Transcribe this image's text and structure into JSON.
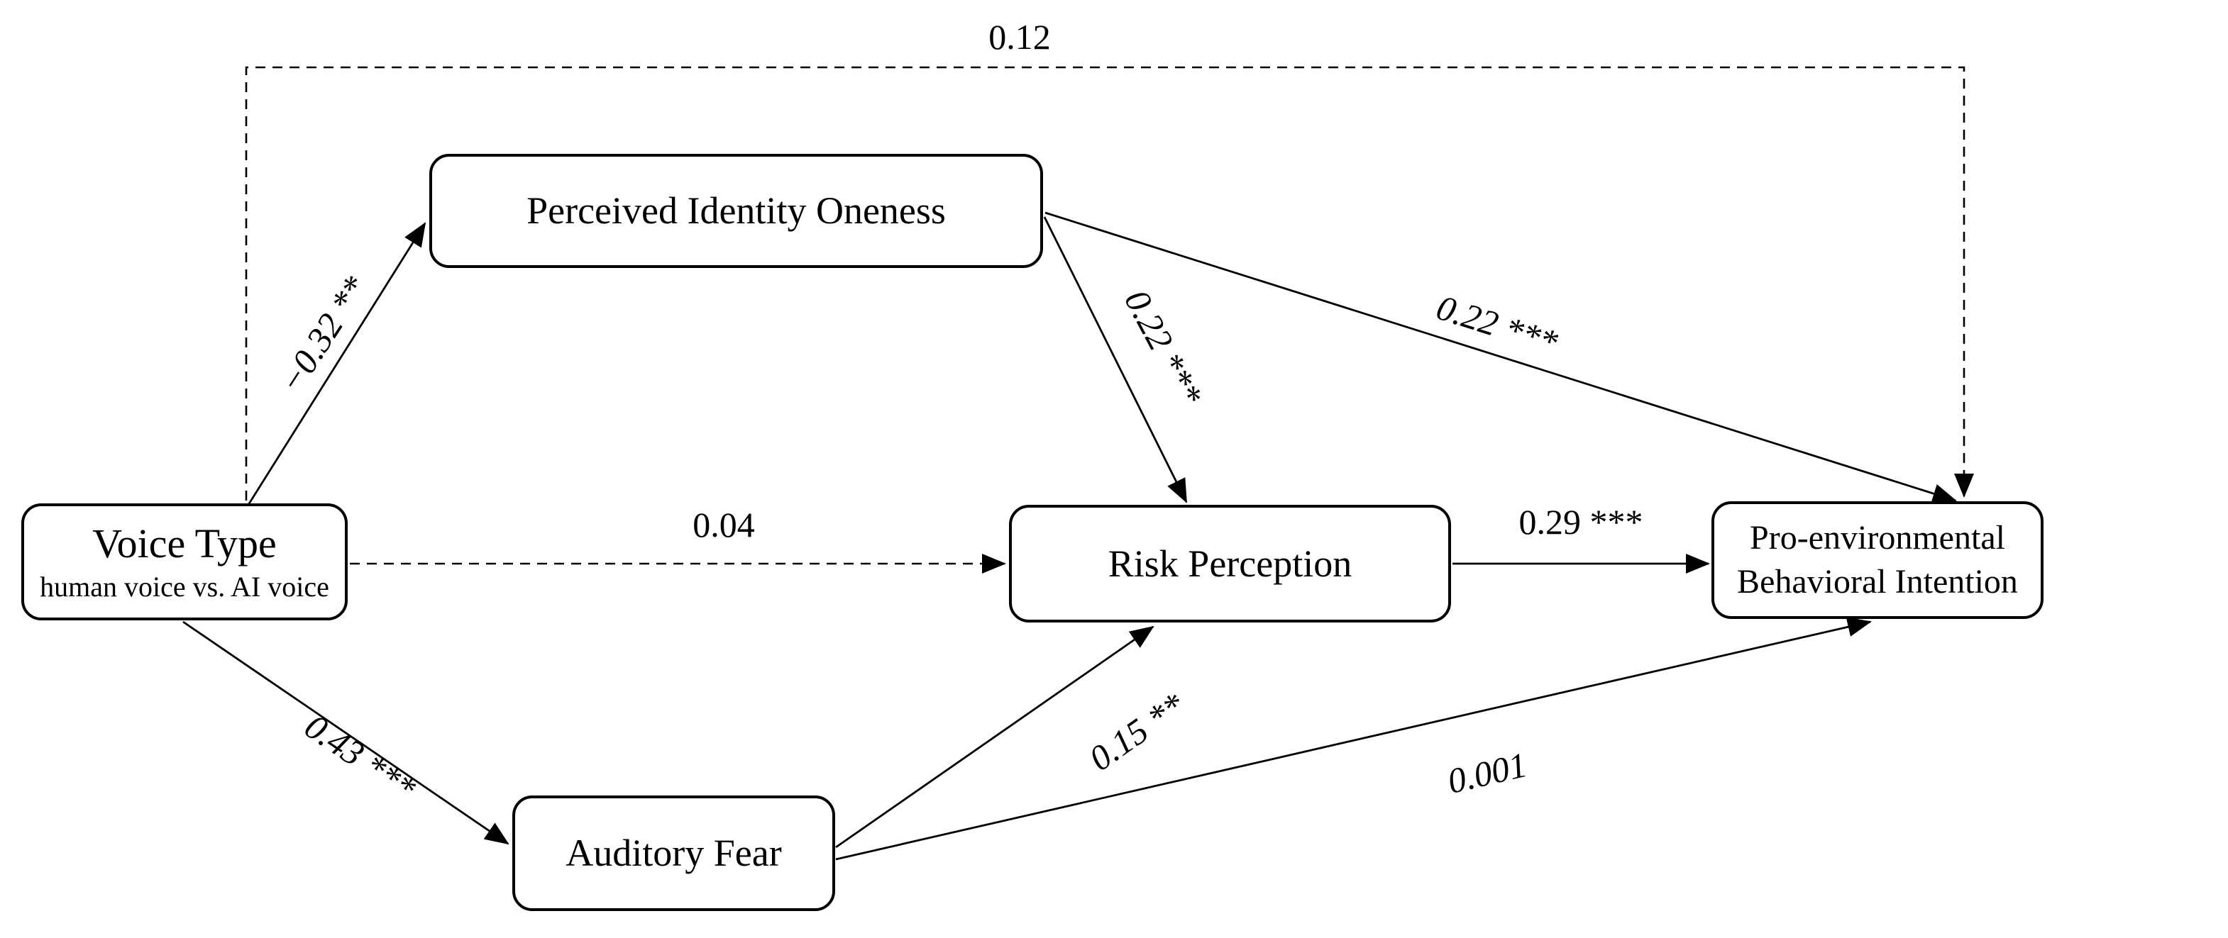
{
  "figure": {
    "background_color": "#ffffff",
    "line_color": "#000000",
    "nodes": {
      "voice_type": {
        "label": "Voice Type",
        "sublabel": "human voice vs. AI voice"
      },
      "perceived_identity_oneness": {
        "label": "Perceived Identity Oneness"
      },
      "risk_perception": {
        "label": "Risk Perception"
      },
      "auditory_fear": {
        "label": "Auditory Fear"
      },
      "pro_environmental": {
        "label_line1": "Pro-environmental",
        "label_line2": "Behavioral Intention"
      }
    },
    "edges": {
      "vt_pe_direct": {
        "from": "voice_type",
        "to": "pro_environmental",
        "label": "0.12",
        "style": "dashed"
      },
      "vt_pio": {
        "from": "voice_type",
        "to": "perceived_identity_oneness",
        "label": "−0.32 **",
        "style": "solid"
      },
      "vt_rp": {
        "from": "voice_type",
        "to": "risk_perception",
        "label": "0.04",
        "style": "dashed"
      },
      "vt_af": {
        "from": "voice_type",
        "to": "auditory_fear",
        "label": "0.43 ***",
        "style": "solid"
      },
      "pio_rp": {
        "from": "perceived_identity_oneness",
        "to": "risk_perception",
        "label": "0.22 ***",
        "style": "solid"
      },
      "pio_pe": {
        "from": "perceived_identity_oneness",
        "to": "pro_environmental",
        "label": "0.22 ***",
        "style": "solid"
      },
      "rp_pe": {
        "from": "risk_perception",
        "to": "pro_environmental",
        "label": "0.29 ***",
        "style": "solid"
      },
      "af_rp": {
        "from": "auditory_fear",
        "to": "risk_perception",
        "label": "0.15 **",
        "style": "solid"
      },
      "af_pe": {
        "from": "auditory_fear",
        "to": "pro_environmental",
        "label": "0.001",
        "style": "solid"
      }
    }
  }
}
